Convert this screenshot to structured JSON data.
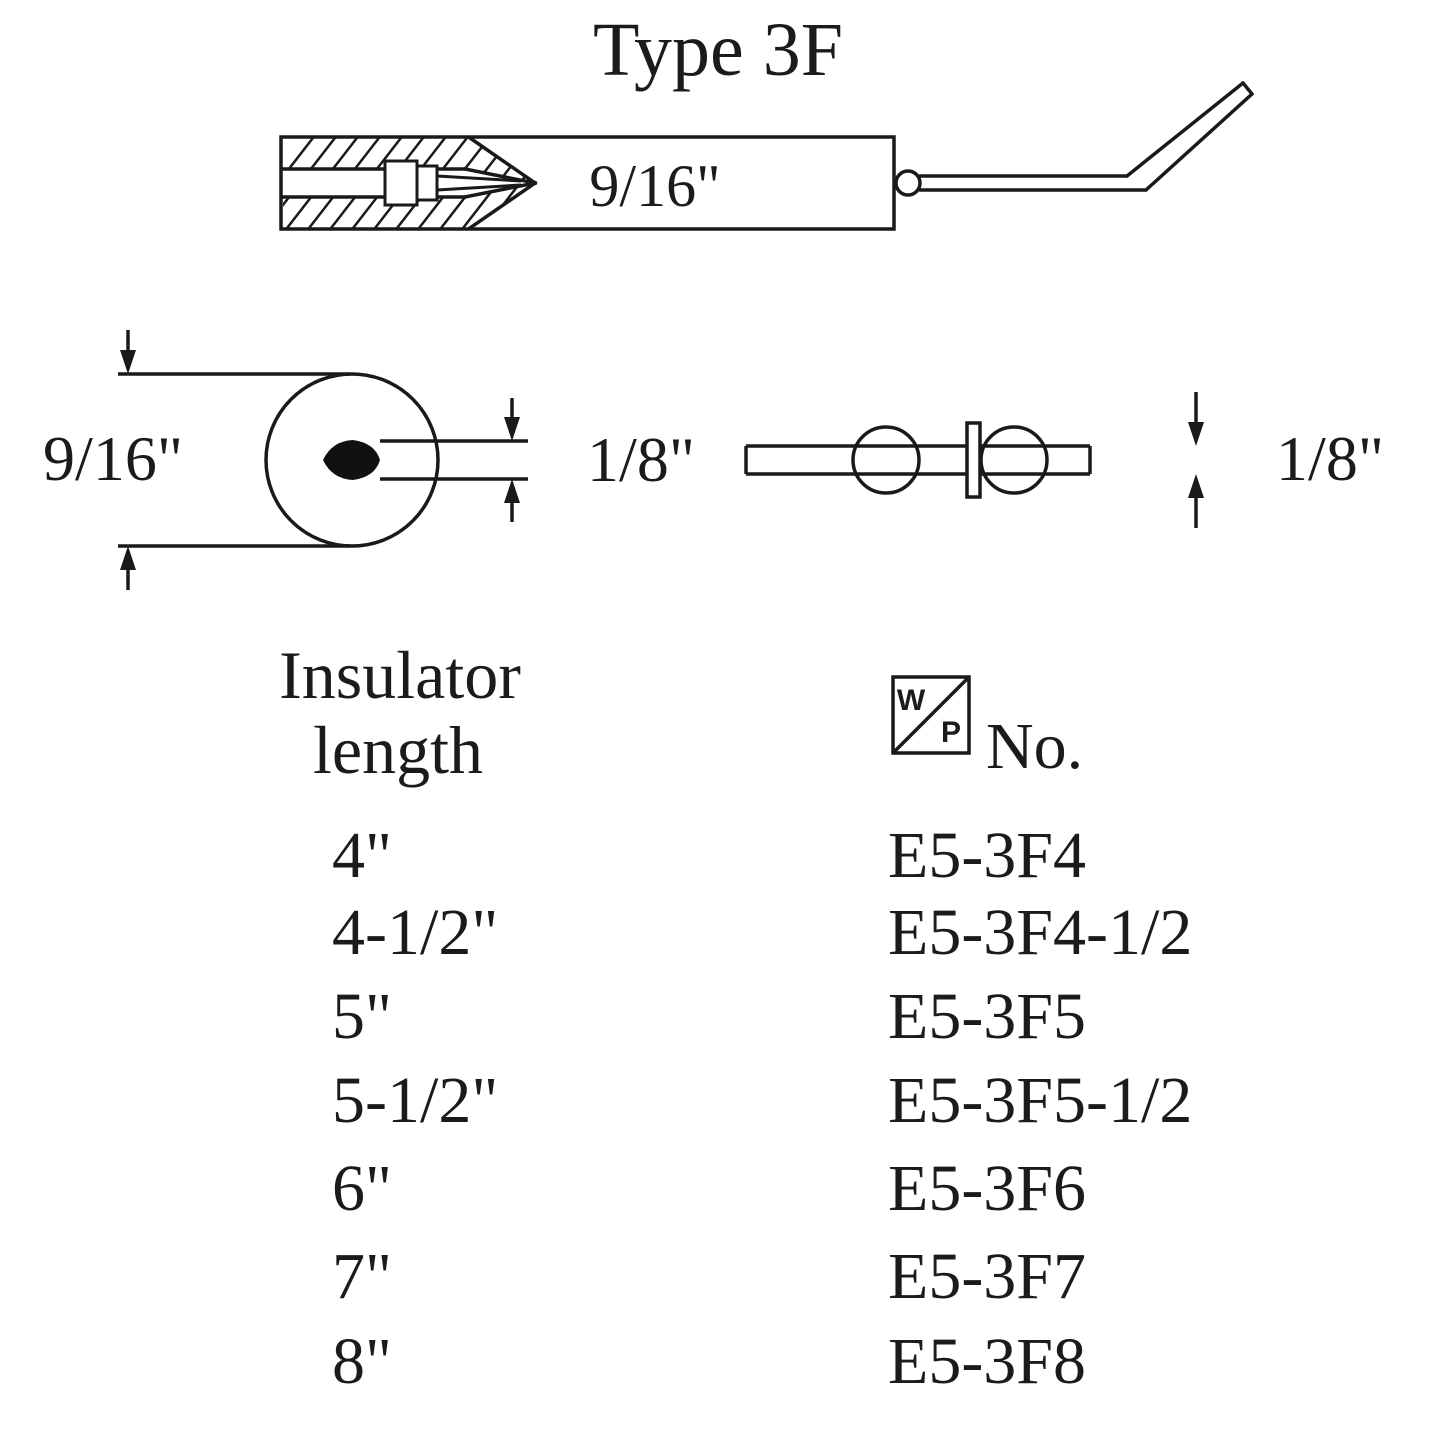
{
  "title": "Type 3F",
  "drawing": {
    "top_view": {
      "width_label": "9/16\""
    },
    "end_view": {
      "diameter_label": "9/16\"",
      "electrode_label": "1/8\""
    },
    "side_view": {
      "thickness_label": "1/8\""
    }
  },
  "table": {
    "length_header": {
      "line1": "Insulator",
      "line2": "length"
    },
    "part_header": {
      "logo_top": "W",
      "logo_bottom": "P",
      "label": "No."
    },
    "rows": [
      {
        "length": "4\"",
        "part_no": "E5-3F4"
      },
      {
        "length": "4-1/2\"",
        "part_no": "E5-3F4-1/2"
      },
      {
        "length": "5\"",
        "part_no": "E5-3F5"
      },
      {
        "length": "5-1/2\"",
        "part_no": "E5-3F5-1/2"
      },
      {
        "length": "6\"",
        "part_no": "E5-3F6"
      },
      {
        "length": "7\"",
        "part_no": "E5-3F7"
      },
      {
        "length": "8\"",
        "part_no": "E5-3F8"
      }
    ]
  }
}
